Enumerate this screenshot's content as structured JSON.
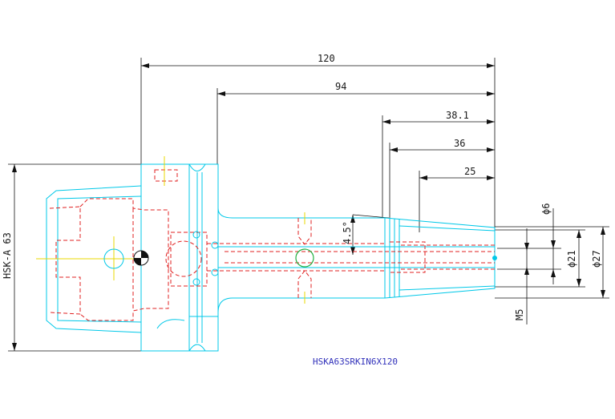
{
  "drawing": {
    "title": "HSKA63SRKIN6X120",
    "dimensions": {
      "overall_length": "120",
      "length_94": "94",
      "length_38_1": "38.1",
      "length_36": "36",
      "length_25": "25",
      "angle": "4.5°",
      "bore_d6": "ϕ6",
      "dia_21": "ϕ21",
      "dia_27": "ϕ27",
      "thread": "M5",
      "shank_label": "HSK-A 63"
    }
  },
  "colors": {
    "outline": "#00c8e8",
    "hidden": "#e02020",
    "dimension": "#111111",
    "center": "#e8d800",
    "title": "#3333bb"
  }
}
